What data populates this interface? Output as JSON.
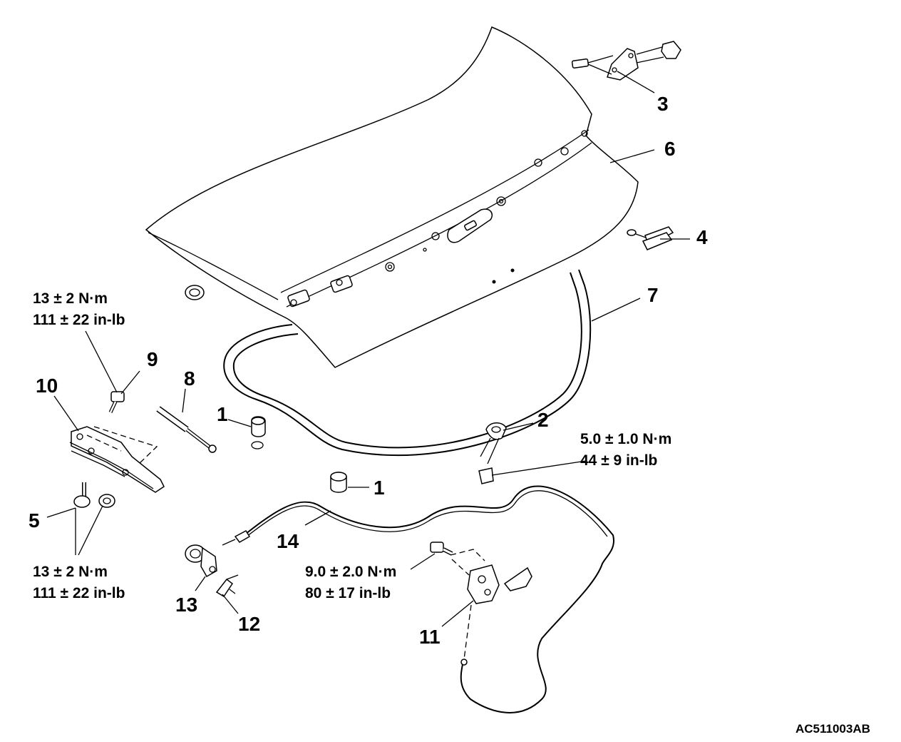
{
  "diagram": {
    "callouts": {
      "c1a": "1",
      "c1b": "1",
      "c2": "2",
      "c3": "3",
      "c4": "4",
      "c5": "5",
      "c6": "6",
      "c7": "7",
      "c8": "8",
      "c9": "9",
      "c10": "10",
      "c11": "11",
      "c12": "12",
      "c13": "13",
      "c14": "14"
    },
    "torques": {
      "hinge_bolt_nm": "13 ± 2 N·m",
      "hinge_bolt_inlb": "111 ± 22 in-lb",
      "hinge_nut_nm": "13 ± 2 N·m",
      "hinge_nut_inlb": "111 ± 22 in-lb",
      "striker_nm": "5.0 ± 1.0 N·m",
      "striker_inlb": "44 ± 9 in-lb",
      "latch_nm": "9.0 ± 2.0 N·m",
      "latch_inlb": "80 ± 17 in-lb"
    },
    "figure_code": "AC511003AB"
  }
}
